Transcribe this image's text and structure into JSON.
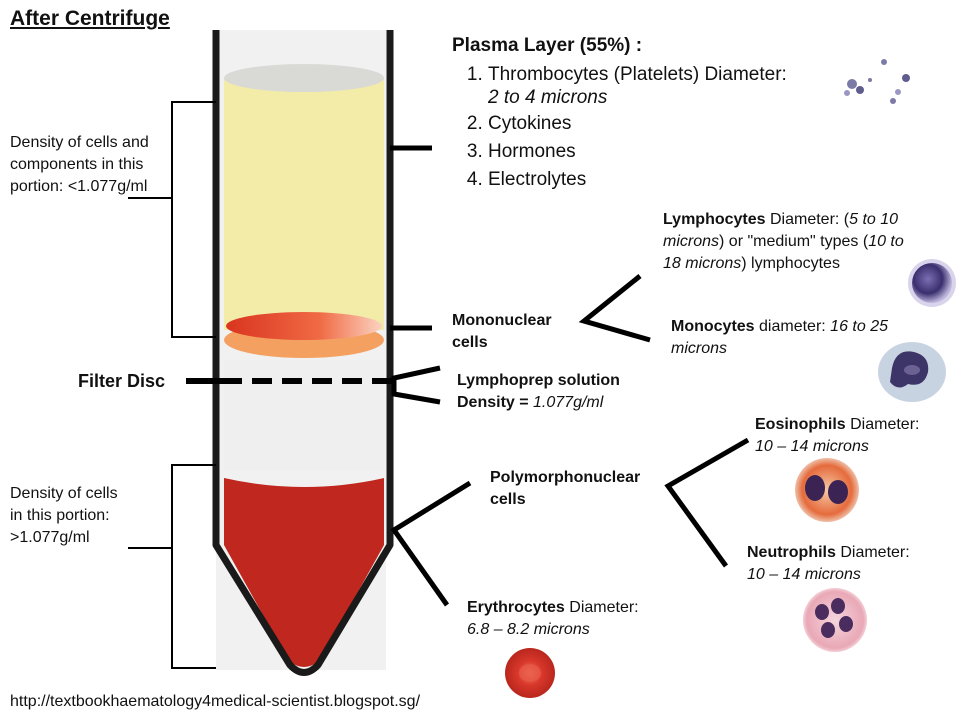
{
  "title": "After Centrifuge",
  "upper_density_note": "Density of cells and components in this portion: <1.077g/ml",
  "lower_density_note": "Density of cells in this portion: >1.077g/ml",
  "filter_disc": "Filter Disc",
  "plasma": {
    "heading": "Plasma Layer (55%) :",
    "items": [
      {
        "label": "Thrombocytes (Platelets) Diameter:",
        "detail": "2 to 4 microns"
      },
      {
        "label": "Cytokines"
      },
      {
        "label": "Hormones"
      },
      {
        "label": "Electrolytes"
      }
    ]
  },
  "mononuclear": "Mononuclear cells",
  "lymphocytes": {
    "name": "Lymphocytes",
    "text_a": " Diameter: (",
    "size_a": "5 to 10 microns",
    "text_b": ") or \"medium\" types (",
    "size_b": "10 to 18 microns",
    "text_c": ") lymphocytes"
  },
  "monocytes": {
    "name": "Monocytes",
    "text": " diameter: ",
    "size": "16 to 25 microns"
  },
  "lymphoprep": {
    "name": "Lymphoprep solution",
    "density_label": "Density = ",
    "density_value": "1.077g/ml"
  },
  "polymorphonuclear": "Polymorphonuclear cells",
  "eosinophils": {
    "name": "Eosinophils",
    "text": " Diameter:",
    "size": "10 – 14 microns"
  },
  "neutrophils": {
    "name": "Neutrophils",
    "text": " Diameter:",
    "size": "10 – 14 microns"
  },
  "erythrocytes": {
    "name": "Erythrocytes",
    "text": " Diameter:",
    "size": "6.8 – 8.2 microns"
  },
  "source_url": "http://textbookhaematology4medical-scientist.blogspot.sg/",
  "colors": {
    "plasma": "#f2eca8",
    "buffy_red": "#e8432a",
    "buffy_orange": "#f4a060",
    "red_cells": "#c0281f",
    "tube_outline": "#1a1a1a"
  }
}
